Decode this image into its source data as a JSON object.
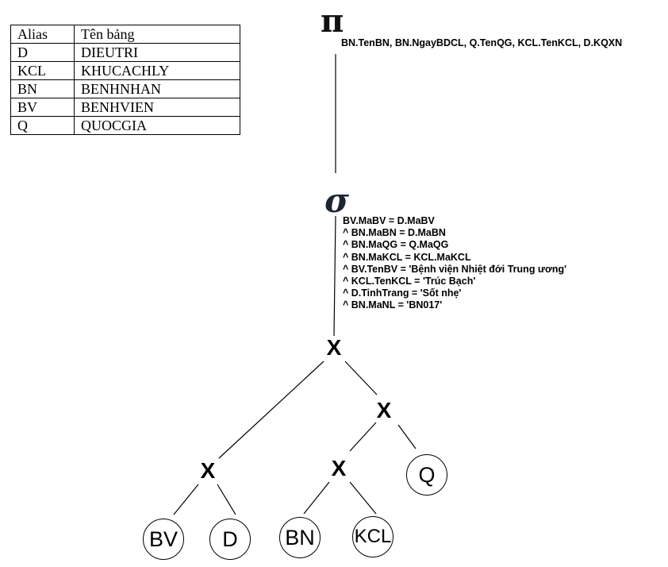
{
  "alias_table": {
    "headers": [
      "Alias",
      "Tên bảng"
    ],
    "rows": [
      [
        "D",
        "DIEUTRI"
      ],
      [
        "KCL",
        "KHUCACHLY"
      ],
      [
        "BN",
        "BENHNHAN"
      ],
      [
        "BV",
        "BENHVIEN"
      ],
      [
        "Q",
        "QUOCGIA"
      ]
    ]
  },
  "projection": {
    "symbol": "π",
    "attributes": "BN.TenBN, BN.NgayBDCL, Q.TenQG, KCL.TenKCL, D.KQXN"
  },
  "selection": {
    "symbol": "σ",
    "conditions": [
      "BV.MaBV = D.MaBV",
      "^ BN.MaBN = D.MaBN",
      "^ BN.MaQG = Q.MaQG",
      "^ BN.MaKCL = KCL.MaKCL",
      "^ BV.TenBV = 'Bệnh viện Nhiệt đới Trung ương'",
      "^ KCL.TenKCL = 'Trúc Bạch'",
      "^ D.TinhTrang = 'Sốt nhẹ'",
      "^ BN.MaNL = 'BN017'"
    ]
  },
  "cross_product": {
    "symbol": "X"
  },
  "relations": {
    "bv": "BV",
    "d": "D",
    "bn": "BN",
    "kcl": "KCL",
    "q": "Q"
  }
}
